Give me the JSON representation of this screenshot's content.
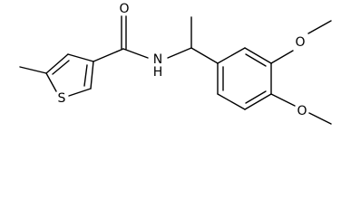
{
  "molecule": {
    "atoms": {
      "carbonyl_oxygen": "O",
      "amide_nitrogen": "N",
      "amide_hydrogen": "H",
      "thiophene_sulfur": "S",
      "methoxy_oxygen_top": "O",
      "methoxy_oxygen_bottom": "O"
    }
  }
}
